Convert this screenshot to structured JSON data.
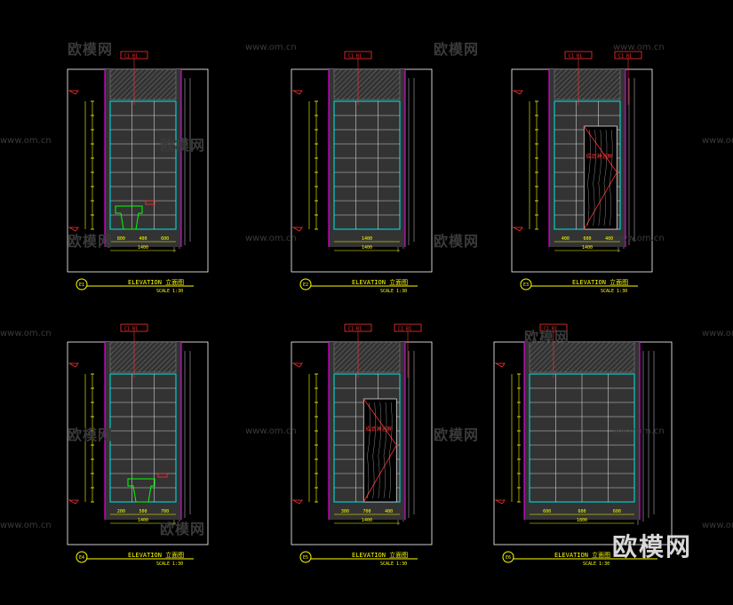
{
  "watermark": {
    "cn": "欧模网",
    "url": "www.om.cn",
    "logo_text": "欧模网"
  },
  "colors": {
    "background": "#000000",
    "frame": "#ffffff",
    "wall_fill": "#333333",
    "wall_edge": "#ff00ff",
    "tile_grid": "#00e5e5",
    "dimension": "#ffff00",
    "annotation": "#ff3030",
    "fixture": "#00ff00"
  },
  "title_block": {
    "elevation_text": "ELEVATION  立面图",
    "scale_label": "SCALE",
    "scale_value": "1:30"
  },
  "panels": [
    {
      "id": "E1",
      "fixture": "toilet",
      "door": false,
      "tags": [
        "C1 B1",
        ""
      ],
      "note": "",
      "bottom_dims": [
        "800",
        "400",
        "600"
      ],
      "total": "1400"
    },
    {
      "id": "E2",
      "fixture": "none",
      "door": false,
      "tags": [
        "C1 B1",
        ""
      ],
      "note": "",
      "bottom_dims": [
        "",
        "1400",
        ""
      ],
      "total": "1400"
    },
    {
      "id": "E3",
      "fixture": "none",
      "door": true,
      "tags": [
        "C1 B1",
        "C1 B1"
      ],
      "note": "成品淋浴屏",
      "bottom_dims": [
        "400",
        "600",
        "400"
      ],
      "total": "1400"
    },
    {
      "id": "E4",
      "fixture": "toilet",
      "door": false,
      "tags": [
        "C1 B1",
        ""
      ],
      "note": "",
      "bottom_dims": [
        "200",
        "500",
        "700"
      ],
      "total": "1400"
    },
    {
      "id": "E5",
      "fixture": "none",
      "door": true,
      "tags": [
        "C1 B1",
        "C1 B1"
      ],
      "note": "成品淋浴屏",
      "bottom_dims": [
        "300",
        "700",
        "400"
      ],
      "total": "1400"
    },
    {
      "id": "E6",
      "fixture": "none",
      "door": false,
      "tags": [
        "C1 B1",
        ""
      ],
      "note": "",
      "bottom_dims": [
        "600",
        "600",
        "600"
      ],
      "total": "1800"
    }
  ]
}
